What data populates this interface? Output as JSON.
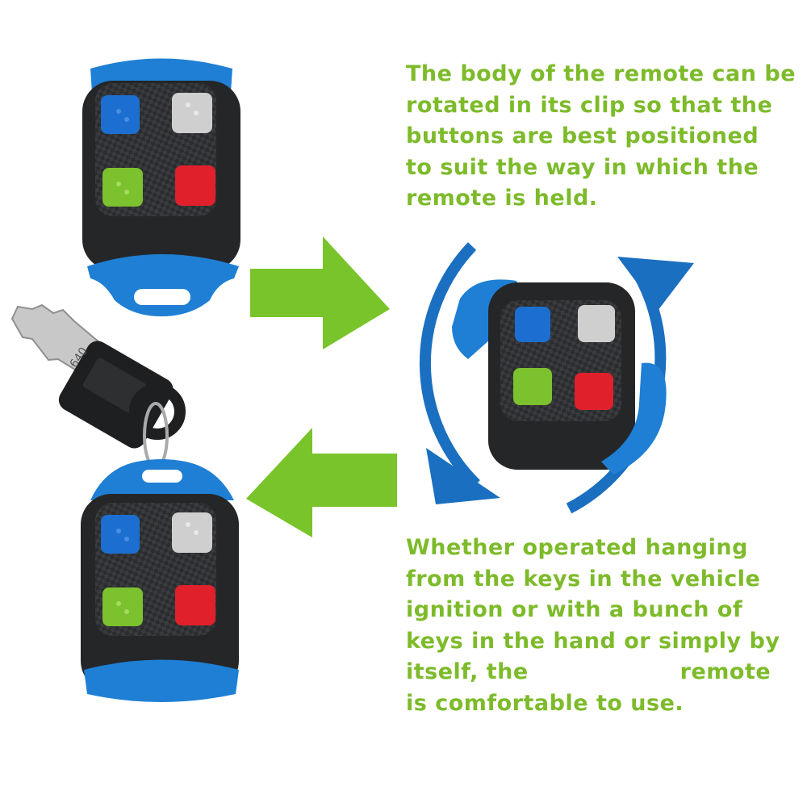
{
  "colors": {
    "text_green": "#7dbb2a",
    "arrow_green": "#78c42a",
    "rotate_blue": "#1a6fc0",
    "clip_blue": "#1e7fd4",
    "body_dark": "#252628",
    "button_blue": "#1c6fd0",
    "button_grey": "#cfcfcf",
    "button_green": "#7cc12e",
    "button_red": "#e0202b",
    "key_silver": "#c8c8c8"
  },
  "icons": {
    "remote_top": "remote-icon",
    "remote_bottom": "remote-icon",
    "remote_rotating": "remote-icon",
    "key": "key-icon",
    "arrow_right": "arrow-right-icon",
    "arrow_left": "arrow-left-icon",
    "rotate_arrows": "rotate-icon"
  },
  "captions": {
    "top": [
      "The body of the remote can be",
      "rotated in its clip so that the",
      "buttons are best positioned",
      "to suit the way in which the",
      "remote is held."
    ],
    "bottom": [
      "Whether operated hanging",
      "from the keys in the vehicle",
      "ignition or with a bunch of",
      "keys in the hand or simply by"
    ],
    "bottom_line5_start": "itself, the",
    "bottom_line5_end": "remote",
    "bottom_line6": "is comfortable to use."
  },
  "key_blade_text": "640"
}
